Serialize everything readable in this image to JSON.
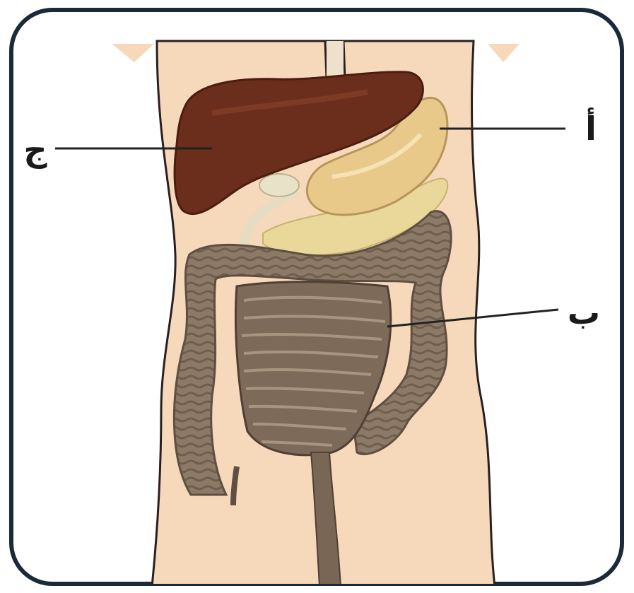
{
  "labels": {
    "a": "أ",
    "b": "ب",
    "c": "ج"
  },
  "colors": {
    "frame": "#1b2a3a",
    "skin": "#f6d8bb",
    "body_outline": "#2a2020",
    "liver": "#6b2e1c",
    "liver_light": "#8a4428",
    "stomach": "#e9c98a",
    "pancreas": "#ead79a",
    "intestine": "#8c7a66",
    "intestine_dark": "#5e4f42",
    "leader_line": "#222222"
  },
  "icons": [
    "digestive-system-illustration"
  ]
}
